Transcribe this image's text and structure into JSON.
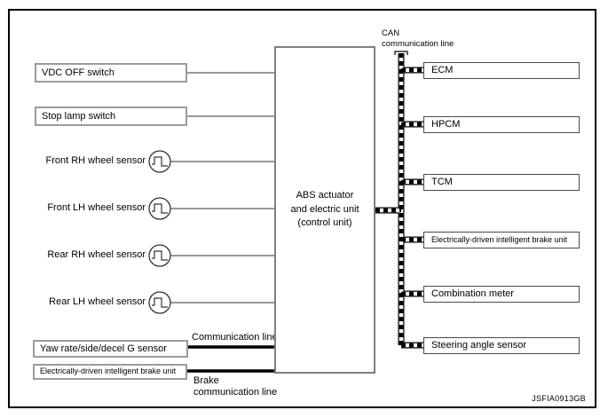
{
  "figure_code": "JSFIA0913GB",
  "center_unit": {
    "label": "ABS actuator\nand electric unit\n(control unit)"
  },
  "left": {
    "switch_boxes": [
      {
        "label": "VDC OFF switch"
      },
      {
        "label": "Stop lamp switch"
      }
    ],
    "wheel_sensors": [
      {
        "label": "Front RH wheel sensor",
        "icon": "pulse-wave-icon"
      },
      {
        "label": "Front LH wheel sensor",
        "icon": "pulse-wave-icon"
      },
      {
        "label": "Rear RH wheel sensor",
        "icon": "pulse-wave-icon"
      },
      {
        "label": "Rear LH wheel sensor",
        "icon": "pulse-wave-icon"
      }
    ],
    "comm_boxes": [
      {
        "label": "Yaw rate/side/decel G sensor",
        "line_label": "Communication line"
      },
      {
        "label": "Electrically-driven intelligent brake unit",
        "line_label": "Brake\ncommunication line"
      }
    ]
  },
  "can_bus": {
    "label": "CAN\ncommunication line",
    "nodes": [
      {
        "label": "ECM"
      },
      {
        "label": "HPCM"
      },
      {
        "label": "TCM"
      },
      {
        "label": "Electrically-driven intelligent brake unit"
      },
      {
        "label": "Combination meter"
      },
      {
        "label": "Steering angle sensor"
      }
    ]
  },
  "colors": {
    "signal_line": "#999999",
    "comm_line": "#000000",
    "can_bus_line": "#000000",
    "frame": "#000000"
  }
}
